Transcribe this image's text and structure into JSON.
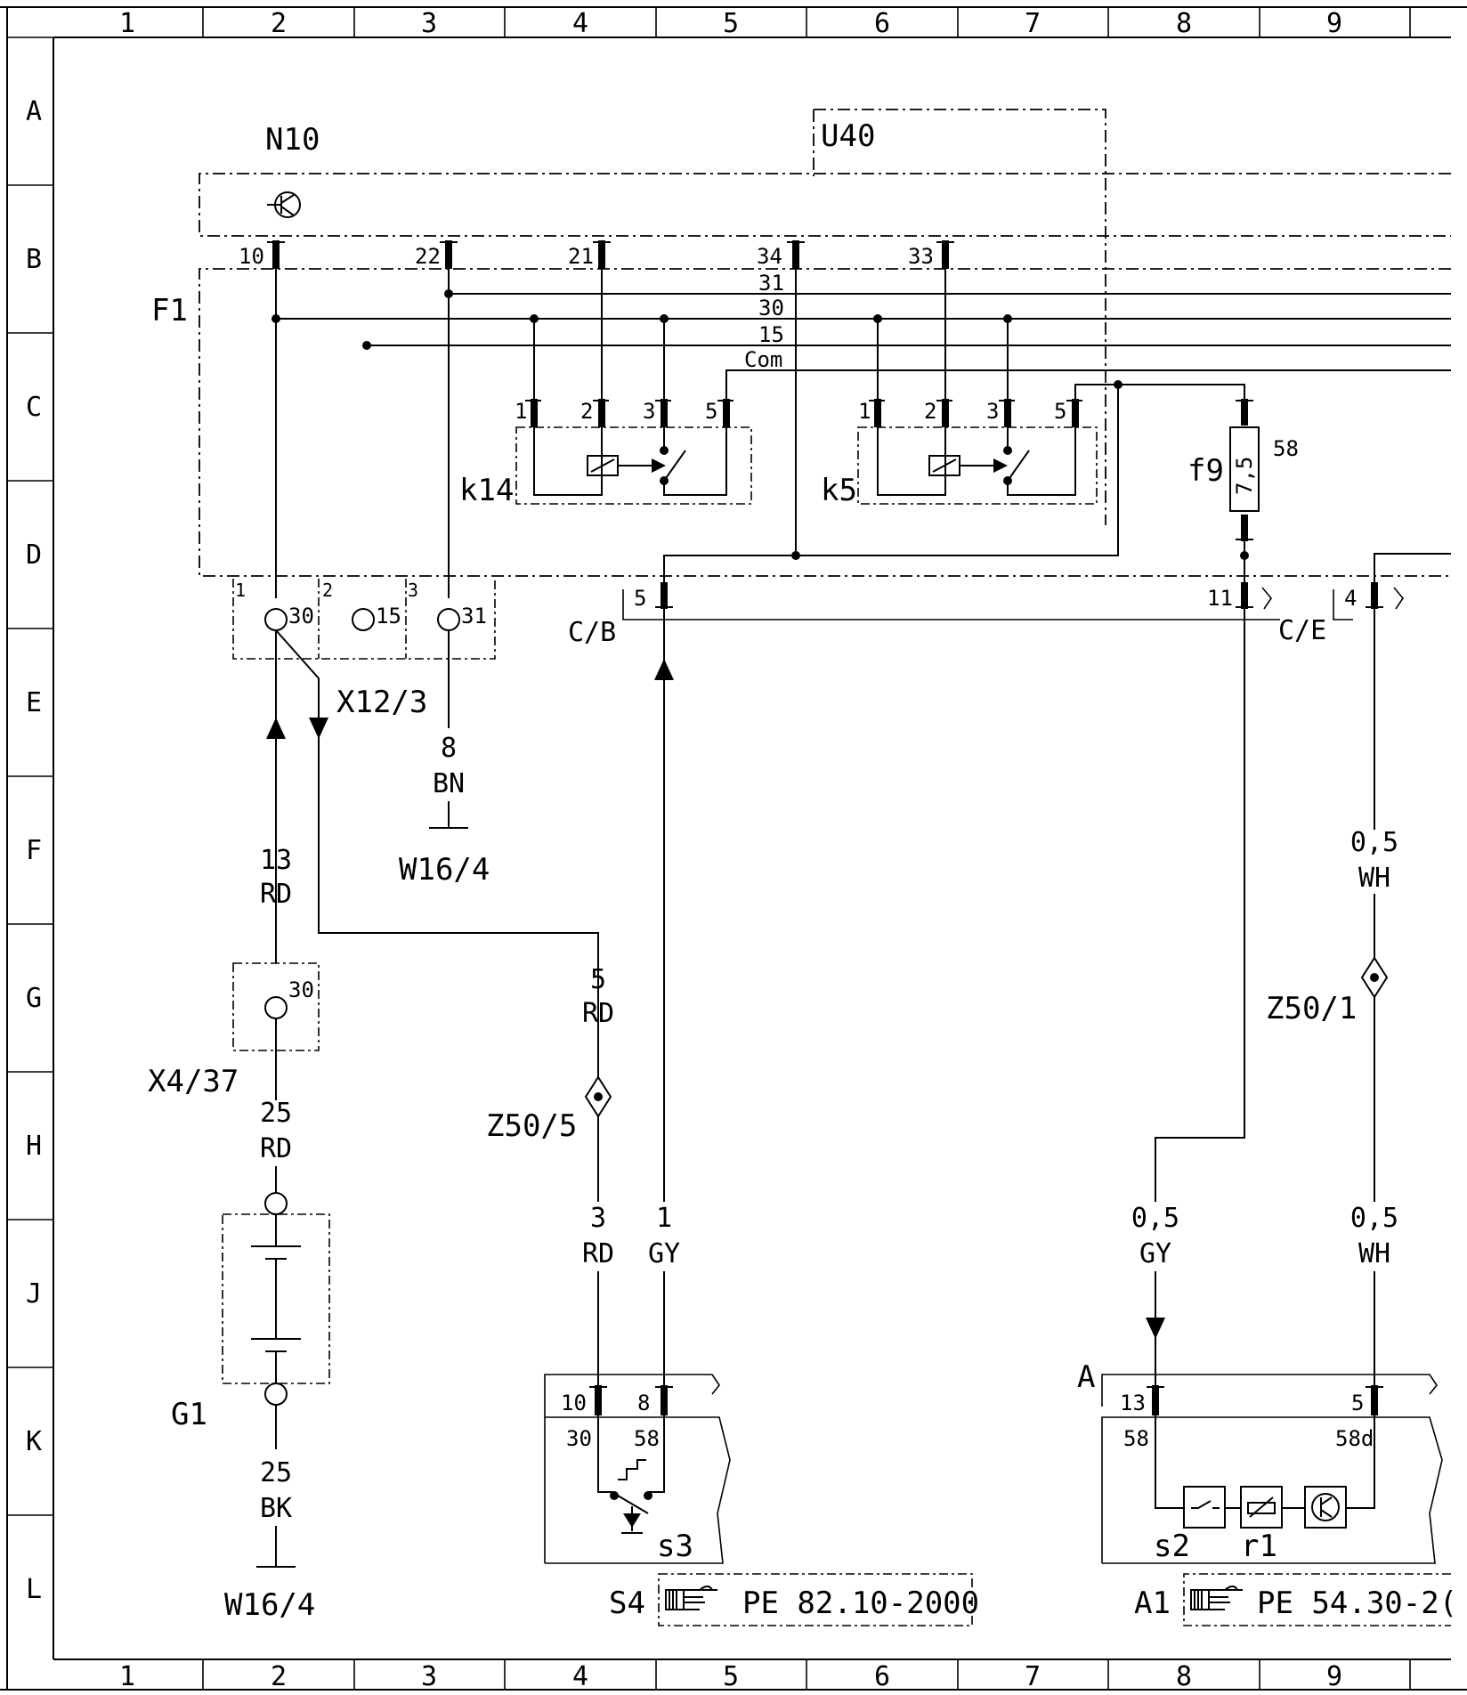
{
  "grid": {
    "columns": [
      "1",
      "2",
      "3",
      "4",
      "5",
      "6",
      "7",
      "8",
      "9"
    ],
    "rows": [
      "A",
      "B",
      "C",
      "D",
      "E",
      "F",
      "G",
      "H",
      "J",
      "K",
      "L"
    ]
  },
  "components": {
    "n10": "N10",
    "u40": "U40",
    "f1": "F1",
    "k14": "k14",
    "k5": "k5",
    "f9": "f9",
    "f9_rating": "7,5",
    "f9_terminal": "58",
    "x12_3": "X12/3",
    "x4_37": "X4/37",
    "g1": "G1",
    "w16_4_a": "W16/4",
    "w16_4_b": "W16/4",
    "z50_5": "Z50/5",
    "z50_1": "Z50/1",
    "s4": "S4",
    "s3": "s3",
    "a1": "A1",
    "s2": "s2",
    "r1": "r1",
    "a1_conn": "A",
    "cb": "C/B",
    "ce": "C/E"
  },
  "pins": {
    "n10_10": "10",
    "n10_22": "22",
    "n10_21": "21",
    "n10_34": "34",
    "n10_33": "33",
    "k14_1": "1",
    "k14_2": "2",
    "k14_3": "3",
    "k14_5": "5",
    "k5_1": "1",
    "k5_2": "2",
    "k5_3": "3",
    "k5_5": "5",
    "cb_5": "5",
    "ce_11": "11",
    "ce_4": "4",
    "x12_1": "1",
    "x12_2": "2",
    "x12_3": "3",
    "x12_t30": "30",
    "x12_t15": "15",
    "x12_t31": "31",
    "x4_t30": "30",
    "s4_10": "10",
    "s4_8": "8",
    "s4_t30": "30",
    "s4_t58": "58",
    "a1_13": "13",
    "a1_5": "5",
    "a1_t58": "58",
    "a1_t58d": "58d"
  },
  "bus": {
    "b31": "31",
    "b30": "30",
    "b15": "15",
    "com": "Com"
  },
  "wires": [
    {
      "id": "w13rd",
      "size": "13",
      "color": "RD"
    },
    {
      "id": "w8bn",
      "size": "8",
      "color": "BN"
    },
    {
      "id": "w25rd",
      "size": "25",
      "color": "RD"
    },
    {
      "id": "w25bk",
      "size": "25",
      "color": "BK"
    },
    {
      "id": "w5rd",
      "size": "5",
      "color": "RD"
    },
    {
      "id": "w3rd",
      "size": "3",
      "color": "RD"
    },
    {
      "id": "w1gy",
      "size": "1",
      "color": "GY"
    },
    {
      "id": "w05gy",
      "size": "0,5",
      "color": "GY"
    },
    {
      "id": "w05wh_top",
      "size": "0,5",
      "color": "WH"
    },
    {
      "id": "w05wh_bot",
      "size": "0,5",
      "color": "WH"
    }
  ],
  "refs": {
    "s4_ref": "PE 82.10-2000",
    "a1_ref": "PE 54.30-2("
  }
}
